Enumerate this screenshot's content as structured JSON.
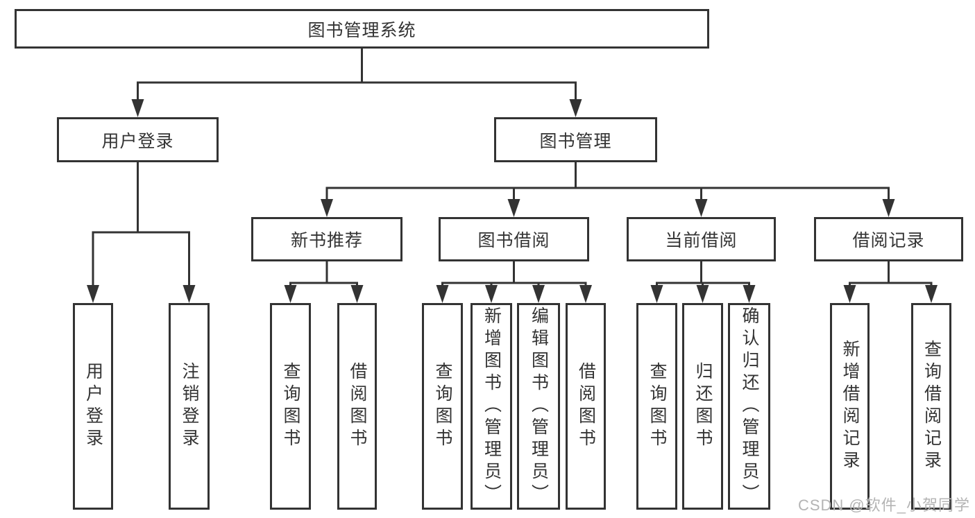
{
  "diagram_title": "图书管理系统",
  "tree": {
    "label": "图书管理系统",
    "children": [
      {
        "label": "用户登录",
        "children": [
          {
            "label": "用户登录"
          },
          {
            "label": "注销登录"
          }
        ]
      },
      {
        "label": "图书管理",
        "children": [
          {
            "label": "新书推荐",
            "children": [
              {
                "label": "查询图书"
              },
              {
                "label": "借阅图书"
              }
            ]
          },
          {
            "label": "图书借阅",
            "children": [
              {
                "label": "查询图书"
              },
              {
                "label": "新增图书（管理员）"
              },
              {
                "label": "编辑图书（管理员）"
              },
              {
                "label": "借阅图书"
              }
            ]
          },
          {
            "label": "当前借阅",
            "children": [
              {
                "label": "查询图书"
              },
              {
                "label": "归还图书"
              },
              {
                "label": "确认归还（管理员）"
              }
            ]
          },
          {
            "label": "借阅记录",
            "children": [
              {
                "label": "新增借阅记录"
              },
              {
                "label": "查询借阅记录"
              }
            ]
          }
        ]
      }
    ]
  },
  "watermark": {
    "text": "CSDN @软件_小贺同学"
  },
  "colors": {
    "line": "#333333",
    "box_border": "#333333",
    "text": "#333333",
    "background": "#ffffff",
    "watermark": "#b4b4b4"
  }
}
